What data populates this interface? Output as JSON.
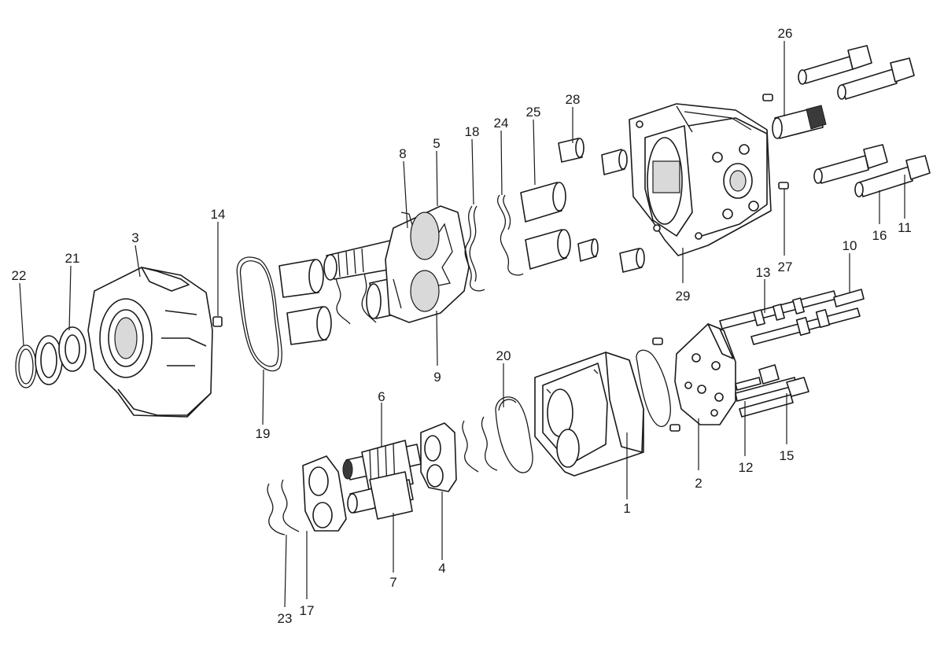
{
  "diagram": {
    "labels": {
      "p1": "1",
      "p2": "2",
      "p3": "3",
      "p4": "4",
      "p5": "5",
      "p6": "6",
      "p7": "7",
      "p8": "8",
      "p9": "9",
      "p10": "10",
      "p11": "11",
      "p12": "12",
      "p13": "13",
      "p14": "14",
      "p15": "15",
      "p16": "16",
      "p17": "17",
      "p18": "18",
      "p19": "19",
      "p20": "20",
      "p21": "21",
      "p22": "22",
      "p23": "23",
      "p24": "24",
      "p25": "25",
      "p26": "26",
      "p27": "27",
      "p28": "28",
      "p29": "29"
    },
    "colors": {
      "line": "#1a1a1a",
      "background": "#ffffff",
      "shade": "#d9d9d9"
    }
  }
}
